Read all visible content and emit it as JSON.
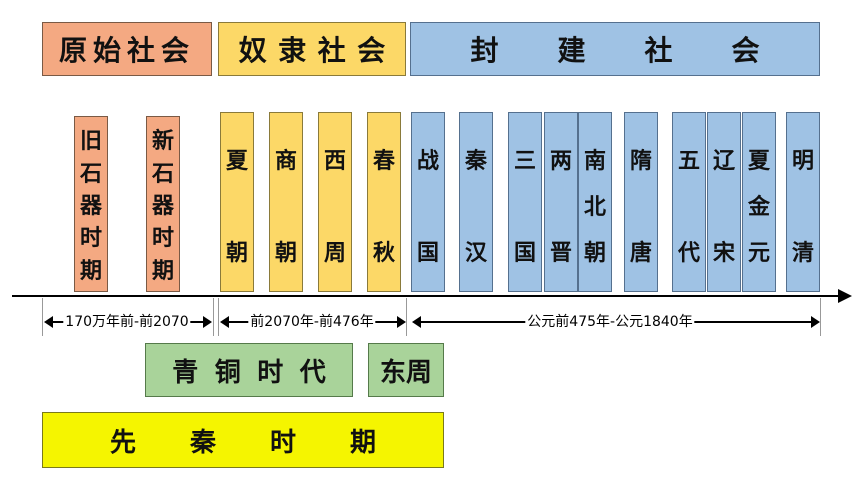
{
  "societies": {
    "primitive": "原始社会",
    "slave": [
      "奴",
      "隶",
      "社",
      "会"
    ],
    "feudal": [
      "封",
      "建",
      "社",
      "会"
    ]
  },
  "periods": {
    "paleolithic": [
      "旧",
      "石",
      "器",
      "时",
      "期"
    ],
    "neolithic": [
      "新",
      "石",
      "器",
      "时",
      "期"
    ],
    "xia": [
      "夏",
      "朝"
    ],
    "shang": [
      "商",
      "朝"
    ],
    "western_zhou": [
      "西",
      "周"
    ],
    "spring_autumn": [
      "春",
      "秋"
    ],
    "warring_states": [
      "战",
      "国"
    ],
    "qin_han": [
      "秦",
      "汉"
    ],
    "three_kingdoms": [
      "三",
      "国"
    ],
    "jin": [
      "两",
      "晋"
    ],
    "nanbei": [
      "南",
      "北",
      "朝"
    ],
    "sui_tang": [
      "隋",
      "唐"
    ],
    "five_dynasties": [
      "五",
      "代"
    ],
    "liao_song": [
      "辽",
      "宋"
    ],
    "xia_jin_yuan": [
      "夏",
      "金",
      "元"
    ],
    "ming_qing": [
      "明",
      "清"
    ]
  },
  "ranges": {
    "r1": "170万年前-前2070",
    "r2": "前2070年-前476年",
    "r3": "公元前475年-公元1840年"
  },
  "eras": {
    "bronze": [
      "青",
      "铜",
      "时",
      "代"
    ],
    "eastern_zhou": "东周",
    "pre_qin": [
      "先",
      "秦",
      "时",
      "期"
    ]
  },
  "colors": {
    "primitive": "#f4a982",
    "slave": "#fcd867",
    "feudal": "#9fc2e4",
    "bronze": "#a9d39a",
    "pre_qin": "#f5f500"
  }
}
